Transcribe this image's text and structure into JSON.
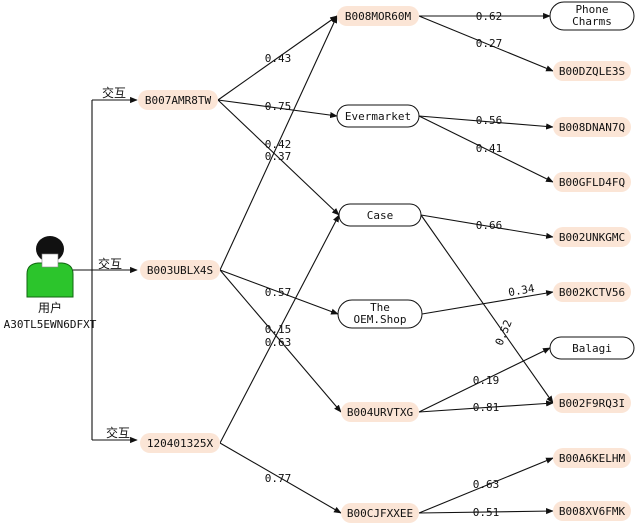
{
  "user": {
    "label": "用户",
    "id": "A30TL5EWN6DFXT",
    "interaction_label": "交互"
  },
  "colors": {
    "item_fill": "#fbe5d6",
    "user_body": "#2cc52c",
    "edge": "#111111",
    "attr_fill": "#ffffff"
  },
  "nodes": [
    {
      "key": "i1",
      "label": "B007AMR8TW",
      "kind": "item"
    },
    {
      "key": "i2",
      "label": "B003UBLX4S",
      "kind": "item"
    },
    {
      "key": "i3",
      "label": "120401325X",
      "kind": "item"
    },
    {
      "key": "n1",
      "label": "B008MOR60M",
      "kind": "item"
    },
    {
      "key": "n2",
      "label": "Evermarket",
      "kind": "attribute"
    },
    {
      "key": "n3",
      "label": "Case",
      "kind": "attribute"
    },
    {
      "key": "n4",
      "label": "The OEM.Shop",
      "kind": "attribute"
    },
    {
      "key": "n5",
      "label": "B004URVTXG",
      "kind": "item"
    },
    {
      "key": "n6",
      "label": "B00CJFXXEE",
      "kind": "item"
    },
    {
      "key": "t1",
      "label": "Phone Charms",
      "kind": "attribute"
    },
    {
      "key": "t2",
      "label": "B00DZQLE3S",
      "kind": "item"
    },
    {
      "key": "t3",
      "label": "B008DNAN7Q",
      "kind": "item"
    },
    {
      "key": "t4",
      "label": "B00GFLD4FQ",
      "kind": "item"
    },
    {
      "key": "t5",
      "label": "B002UNKGMC",
      "kind": "item"
    },
    {
      "key": "t6",
      "label": "B002KCTV56",
      "kind": "item"
    },
    {
      "key": "t7",
      "label": "Balagi",
      "kind": "attribute"
    },
    {
      "key": "t8",
      "label": "B002F9RQ3I",
      "kind": "item"
    },
    {
      "key": "t9",
      "label": "B00A6KELHM",
      "kind": "item"
    },
    {
      "key": "t10",
      "label": "B008XV6FMK",
      "kind": "item"
    }
  ],
  "edges": [
    {
      "from": "i1",
      "to": "n1",
      "label": "0.43"
    },
    {
      "from": "i1",
      "to": "n2",
      "label": "0.75"
    },
    {
      "from": "i1",
      "to": "n3",
      "label": "0.42"
    },
    {
      "from": "i2",
      "to": "n1",
      "label": "0.37"
    },
    {
      "from": "i2",
      "to": "n4",
      "label": "0.57"
    },
    {
      "from": "i2",
      "to": "n5",
      "label": "0.15"
    },
    {
      "from": "i3",
      "to": "n3",
      "label": "0.63"
    },
    {
      "from": "i3",
      "to": "n6",
      "label": "0.77"
    },
    {
      "from": "n1",
      "to": "t1",
      "label": "0.62"
    },
    {
      "from": "n1",
      "to": "t2",
      "label": "0.27"
    },
    {
      "from": "n2",
      "to": "t3",
      "label": "0.56"
    },
    {
      "from": "n2",
      "to": "t4",
      "label": "0.41"
    },
    {
      "from": "n3",
      "to": "t5",
      "label": "0.66"
    },
    {
      "from": "n3",
      "to": "t8",
      "label": "0.52"
    },
    {
      "from": "n4",
      "to": "t6",
      "label": "0.34"
    },
    {
      "from": "n5",
      "to": "t7",
      "label": "0.19"
    },
    {
      "from": "n5",
      "to": "t8",
      "label": "0.81"
    },
    {
      "from": "n6",
      "to": "t9",
      "label": "0.63"
    },
    {
      "from": "n6",
      "to": "t10",
      "label": "0.51"
    }
  ]
}
